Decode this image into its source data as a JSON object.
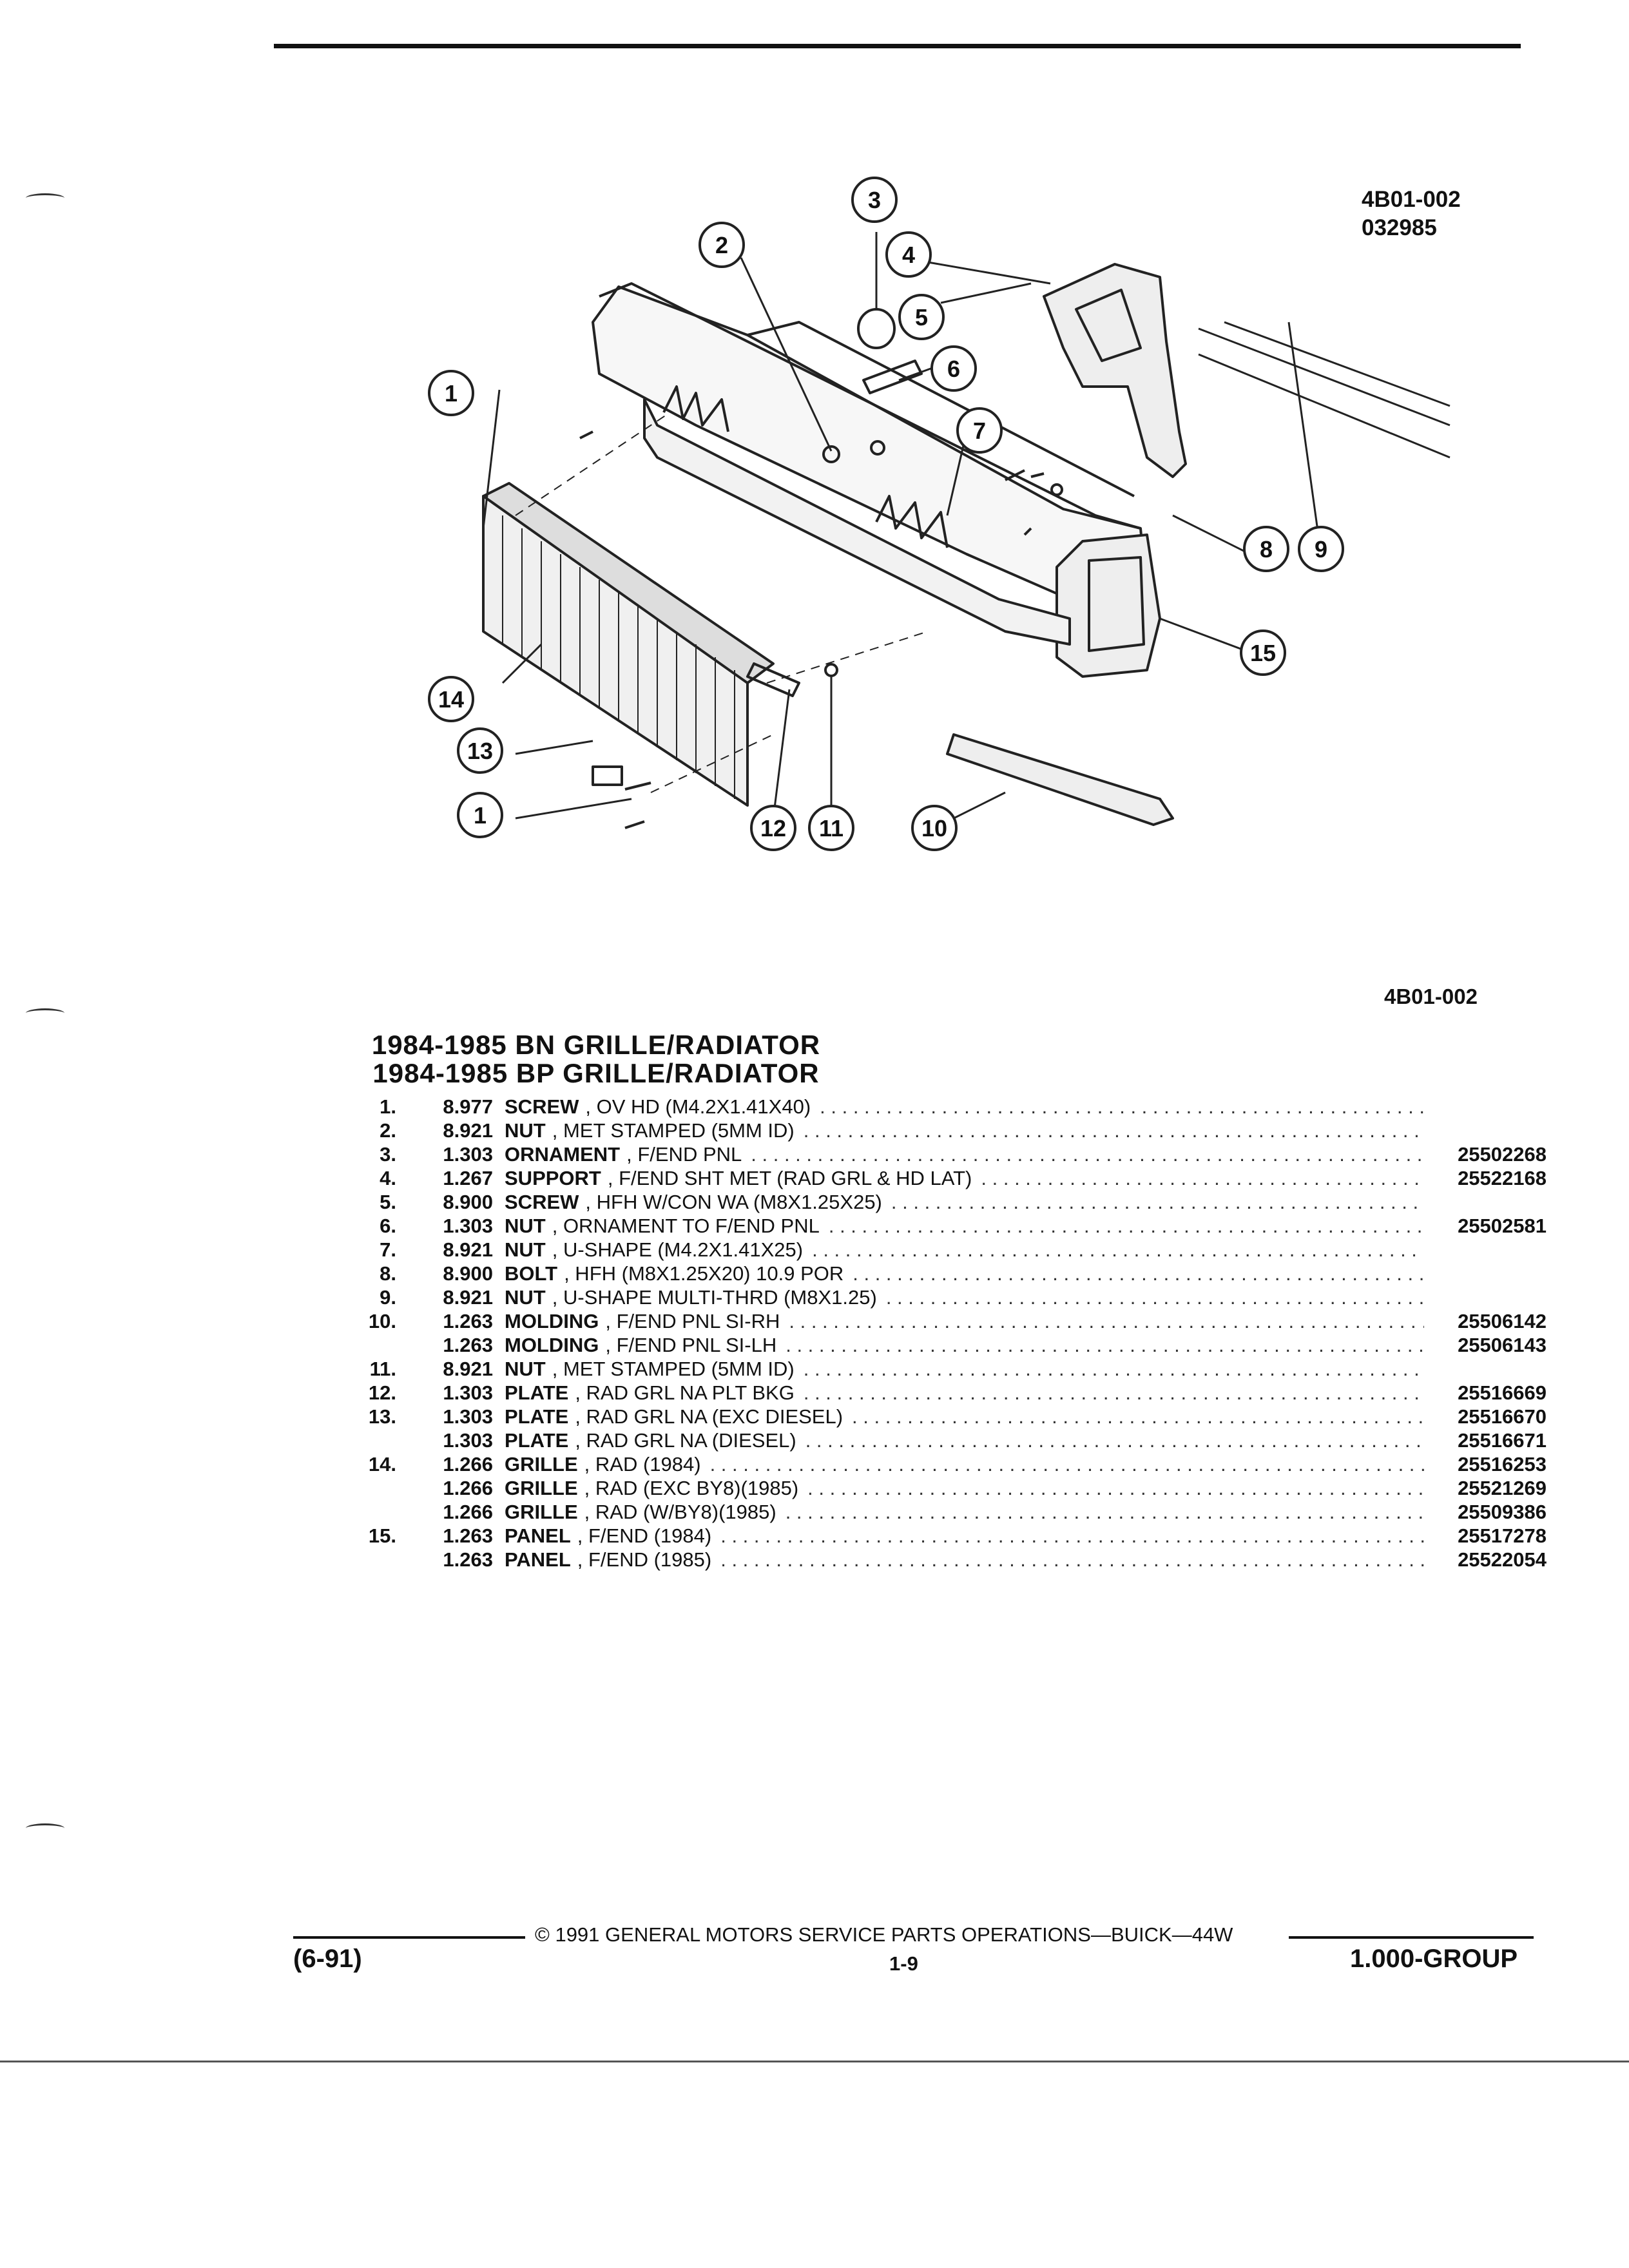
{
  "diagram_code_top": [
    "4B01-002",
    "032985"
  ],
  "diagram_code_below": "4B01-002",
  "callouts": [
    "1",
    "2",
    "3",
    "4",
    "5",
    "6",
    "7",
    "8",
    "9",
    "10",
    "11",
    "12",
    "13",
    "14",
    "15",
    "1"
  ],
  "title_lines": [
    "1984-1985 BN GRILLE/RADIATOR",
    "1984-1985 BP GRILLE/RADIATOR"
  ],
  "parts": [
    {
      "num": "1.",
      "code": "8.977",
      "name": "SCREW",
      "spec": ", OV HD (M4.2X1.41X40)",
      "part_no": ""
    },
    {
      "num": "2.",
      "code": "8.921",
      "name": "NUT",
      "spec": ", MET STAMPED (5MM ID)",
      "part_no": ""
    },
    {
      "num": "3.",
      "code": "1.303",
      "name": "ORNAMENT",
      "spec": ", F/END PNL",
      "part_no": "25502268"
    },
    {
      "num": "4.",
      "code": "1.267",
      "name": "SUPPORT",
      "spec": ", F/END SHT MET (RAD GRL & HD LAT)",
      "part_no": "25522168"
    },
    {
      "num": "5.",
      "code": "8.900",
      "name": "SCREW",
      "spec": ", HFH W/CON WA (M8X1.25X25)",
      "part_no": ""
    },
    {
      "num": "6.",
      "code": "1.303",
      "name": "NUT",
      "spec": ", ORNAMENT TO F/END PNL",
      "part_no": "25502581"
    },
    {
      "num": "7.",
      "code": "8.921",
      "name": "NUT",
      "spec": ", U-SHAPE (M4.2X1.41X25)",
      "part_no": ""
    },
    {
      "num": "8.",
      "code": "8.900",
      "name": "BOLT",
      "spec": ", HFH (M8X1.25X20) 10.9 POR",
      "part_no": ""
    },
    {
      "num": "9.",
      "code": "8.921",
      "name": "NUT",
      "spec": ", U-SHAPE MULTI-THRD (M8X1.25)",
      "part_no": ""
    },
    {
      "num": "10.",
      "code": "1.263",
      "name": "MOLDING",
      "spec": ", F/END PNL SI-RH",
      "part_no": "25506142"
    },
    {
      "num": "",
      "code": "1.263",
      "name": "MOLDING",
      "spec": ", F/END PNL SI-LH",
      "part_no": "25506143"
    },
    {
      "num": "11.",
      "code": "8.921",
      "name": "NUT",
      "spec": ", MET STAMPED (5MM ID)",
      "part_no": ""
    },
    {
      "num": "12.",
      "code": "1.303",
      "name": "PLATE",
      "spec": ", RAD GRL NA PLT BKG",
      "part_no": "25516669"
    },
    {
      "num": "13.",
      "code": "1.303",
      "name": "PLATE",
      "spec": ", RAD GRL NA (EXC DIESEL)",
      "part_no": "25516670"
    },
    {
      "num": "",
      "code": "1.303",
      "name": "PLATE",
      "spec": ", RAD GRL NA (DIESEL)",
      "part_no": "25516671"
    },
    {
      "num": "14.",
      "code": "1.266",
      "name": "GRILLE",
      "spec": ", RAD (1984)",
      "part_no": "25516253"
    },
    {
      "num": "",
      "code": "1.266",
      "name": "GRILLE",
      "spec": ", RAD (EXC BY8)(1985)",
      "part_no": "25521269"
    },
    {
      "num": "",
      "code": "1.266",
      "name": "GRILLE",
      "spec": ", RAD (W/BY8)(1985)",
      "part_no": "25509386"
    },
    {
      "num": "15.",
      "code": "1.263",
      "name": "PANEL",
      "spec": ", F/END (1984)",
      "part_no": "25517278"
    },
    {
      "num": "",
      "code": "1.263",
      "name": "PANEL",
      "spec": ", F/END (1985)",
      "part_no": "25522054"
    }
  ],
  "footer": {
    "date": "(6-91)",
    "copyright": "© 1991 GENERAL MOTORS SERVICE PARTS OPERATIONS—BUICK—44W",
    "page": "1-9",
    "group": "1.000-GROUP"
  }
}
